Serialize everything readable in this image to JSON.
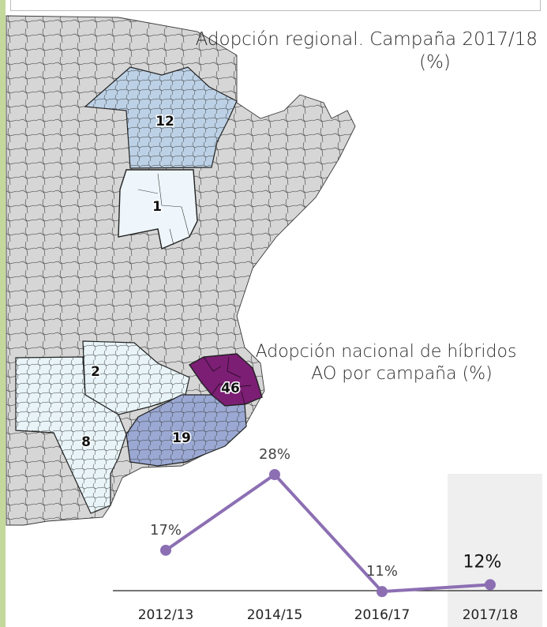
{
  "regional_map": {
    "title_line1": "Adopción regional. Campaña 2017/18",
    "title_line2": "(%)",
    "regions": [
      {
        "label": "12",
        "color": "#bcd1e6"
      },
      {
        "label": "1",
        "color": "#eef6fb"
      },
      {
        "label": "2",
        "color": "#e8f4f8"
      },
      {
        "label": "8",
        "color": "#e8f4f8"
      },
      {
        "label": "46",
        "color": "#7b1e74"
      },
      {
        "label": "19",
        "color": "#9aa8d3"
      }
    ],
    "base_color": "#d6d6d6"
  },
  "chart_data": {
    "type": "line",
    "title_line1": "Adopción nacional de híbridos",
    "title_line2": "AO por campaña (%)",
    "categories": [
      "2012/13",
      "2014/15",
      "2016/17",
      "2017/18"
    ],
    "values": [
      17,
      28,
      11,
      12
    ],
    "labels": [
      "17%",
      "28%",
      "11%",
      "12%"
    ],
    "highlight_index": 3,
    "line_color": "#8c6fb3",
    "highlight_bg": "#efefef",
    "ylim": [
      0,
      35
    ]
  }
}
